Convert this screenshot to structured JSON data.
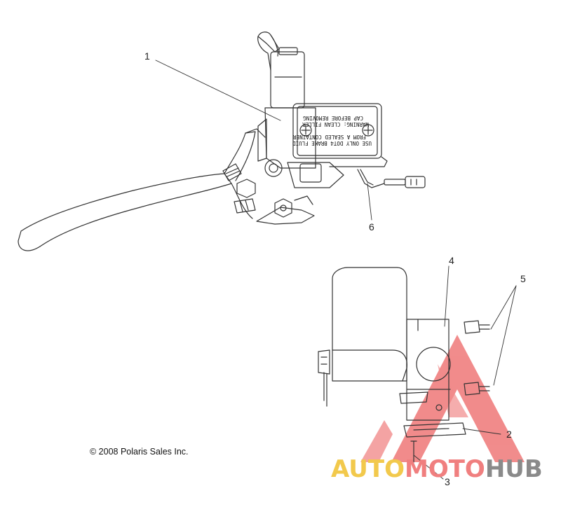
{
  "callouts": [
    "1",
    "2",
    "3",
    "4",
    "5",
    "6"
  ],
  "reservoir_label": {
    "line1": "USE ONLY DOT4 BRAKE FLUID",
    "line2": "FROM A SEALED CONTAINER",
    "line3": "WARNING: CLEAN FILLER",
    "line4": "CAP BEFORE REMOVING"
  },
  "copyright": "© 2008 Polaris Sales Inc.",
  "watermark": {
    "part1": "AUTO",
    "part2": "MOTO",
    "part3": "HUB"
  },
  "colors": {
    "line": "#333333",
    "watermark_red": "#f07f7f",
    "watermark_yellow": "#f2c94c",
    "watermark_gray": "#8a8a8a"
  }
}
